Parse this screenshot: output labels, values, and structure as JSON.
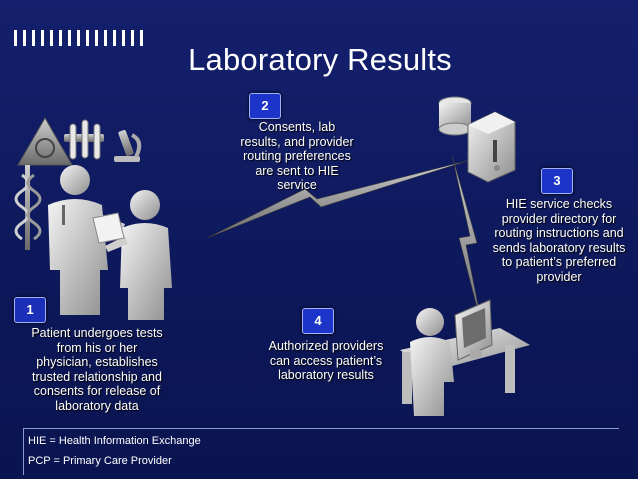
{
  "title": "Laboratory Results",
  "steps": [
    {
      "number": "1",
      "text": "Patient undergoes tests from his or her physician, establishes trusted relationship and consents for release of laboratory data"
    },
    {
      "number": "2",
      "text": "Consents, lab results, and provider routing preferences are sent to HIE service"
    },
    {
      "number": "3",
      "text": "HIE service checks provider directory for routing instructions and sends laboratory results to patient’s preferred provider"
    },
    {
      "number": "4",
      "text": "Authorized providers can access patient’s laboratory results"
    }
  ],
  "legend": [
    "HIE = Health Information Exchange",
    "PCP = Primary Care Provider"
  ],
  "colors": {
    "background": "#14206d",
    "badge": "#1c34c8",
    "text": "#ffffff"
  }
}
